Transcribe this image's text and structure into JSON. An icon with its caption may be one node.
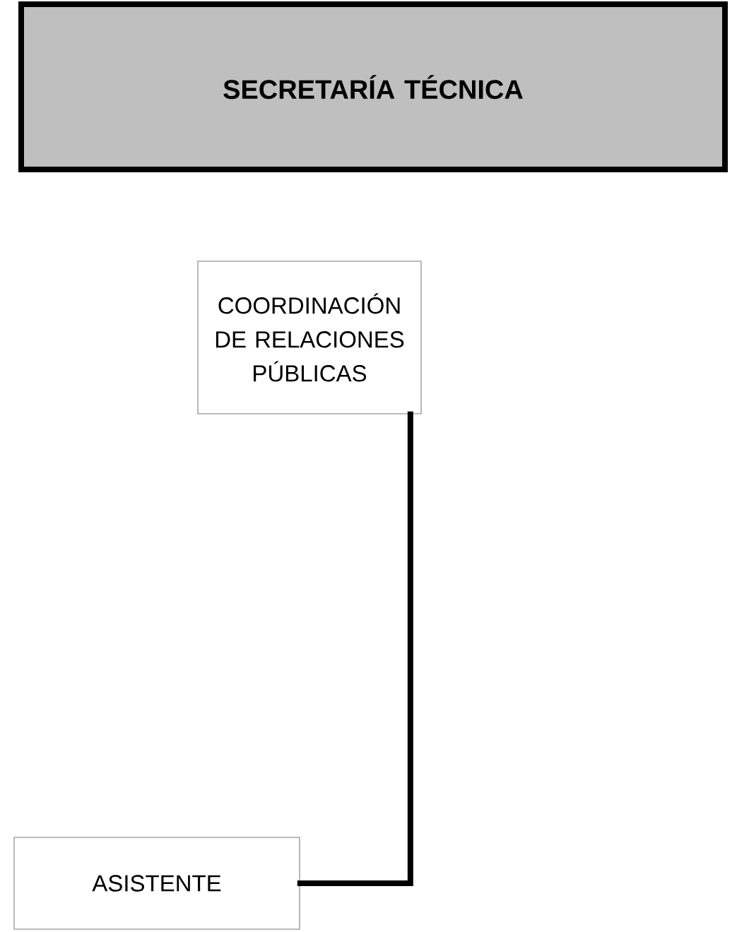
{
  "diagram": {
    "nodes": [
      {
        "text": [
          "SECRETARÍA TÉCNICA"
        ]
      },
      {
        "text": [
          "COORDINACIÓN DE RELACIONES PÚBLICAS"
        ]
      },
      {
        "text": [
          "ASISTENTE"
        ]
      }
    ],
    "edges": [
      {
        "from": 1,
        "to": 2,
        "arrow": "none"
      }
    ]
  }
}
